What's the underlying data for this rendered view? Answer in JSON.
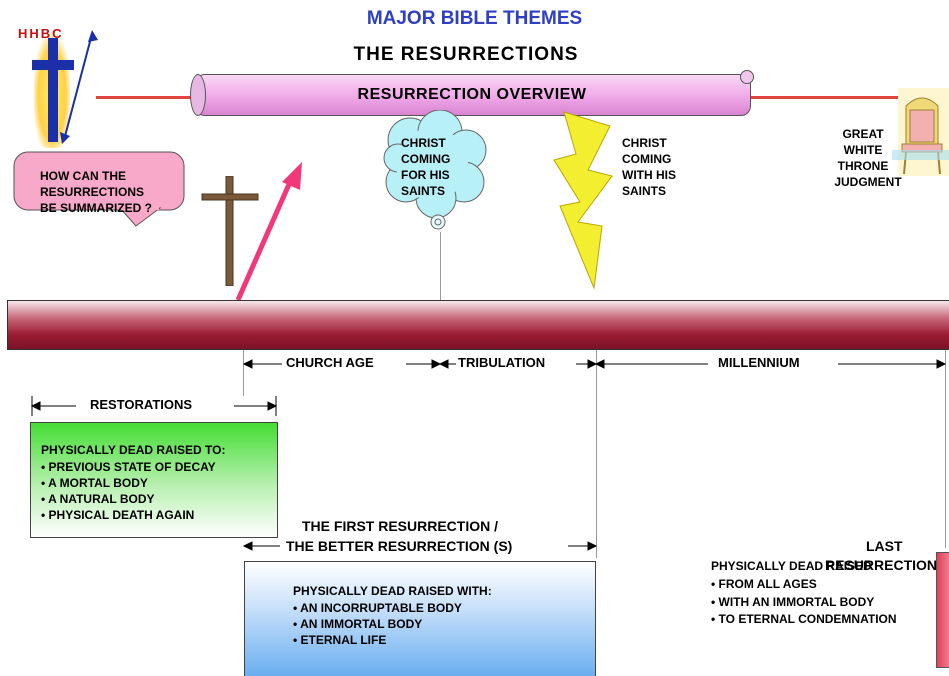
{
  "header": {
    "main_title": "MAJOR BIBLE THEMES",
    "subtitle": "THE RESURRECTIONS",
    "scroll_label": "RESURRECTION OVERVIEW",
    "logo_text": "HHBC"
  },
  "callout": {
    "question": [
      "HOW CAN THE",
      "RESURRECTIONS",
      "BE SUMMARIZED ?"
    ]
  },
  "events": {
    "christ_for_saints": [
      "CHRIST",
      "COMING",
      "FOR HIS",
      "SAINTS"
    ],
    "christ_with_saints": [
      "CHRIST",
      "COMING",
      "WITH HIS",
      "SAINTS"
    ],
    "great_white_throne": [
      "GREAT",
      "WHITE",
      "THRONE",
      "JUDGMENT"
    ]
  },
  "periods": {
    "church_age": "CHURCH AGE",
    "tribulation": "TRIBULATION",
    "millennium": "MILLENNIUM",
    "restorations": "RESTORATIONS"
  },
  "restorations_box": {
    "heading": "PHYSICALLY DEAD RAISED TO:",
    "items": [
      "• PREVIOUS STATE OF DECAY",
      "• A MORTAL BODY",
      "• A NATURAL BODY",
      "• PHYSICAL DEATH AGAIN"
    ]
  },
  "first_resurrection": {
    "title_line1": "THE FIRST RESURRECTION /",
    "title_line2": "THE BETTER RESURRECTION (S)",
    "heading": "PHYSICALLY DEAD RAISED WITH:",
    "items": [
      "• AN INCORRUPTABLE BODY",
      "• AN IMMORTAL BODY",
      "• ETERNAL LIFE"
    ]
  },
  "last_resurrection": {
    "title_line1": "LAST",
    "title_line2": "RESURRECTION",
    "heading": "PHYSICALLY DEAD RAISED",
    "items": [
      "• FROM ALL AGES",
      "• WITH AN IMMORTAL BODY",
      "• TO ETERNAL CONDEMNATION"
    ]
  },
  "colors": {
    "title_blue": "#2e3fc4",
    "timeline_bar": "#9b1b34",
    "scroll": "#f0a8e8",
    "arrow_pink": "#f2377a",
    "restorations_fill": "#44dd33",
    "first_fill": "#6aaef0",
    "last_fill": "#e0405a"
  }
}
